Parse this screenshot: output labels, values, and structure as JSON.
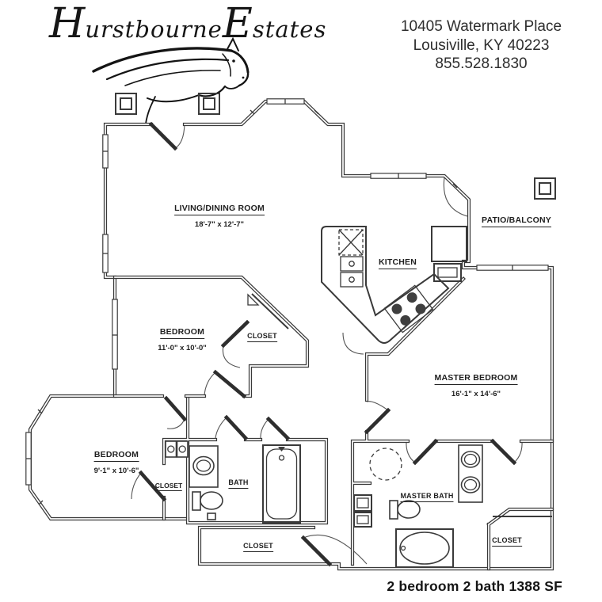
{
  "colors": {
    "line": "#3a3a3a",
    "text": "#1f1f1f",
    "logo": "#161616"
  },
  "header": {
    "logo": {
      "word1": "H",
      "word1_rest": "urstbourne",
      "word2": "E",
      "word2_rest": "states",
      "icon": "horse-head-icon"
    },
    "address": {
      "line1": "10405 Watermark Place",
      "line2": "Lousiville, KY 40223",
      "line3": "855.528.1830"
    }
  },
  "rooms": {
    "living": {
      "name": "LIVING/DINING ROOM",
      "dims": "18'-7\" x 12'-7\""
    },
    "kitchen": {
      "name": "KITCHEN",
      "dims": ""
    },
    "patio": {
      "name": "PATIO/BALCONY",
      "dims": ""
    },
    "master_bedroom": {
      "name": "MASTER BEDROOM",
      "dims": "16'-1\" x 14'-6\""
    },
    "bedroom1": {
      "name": "BEDROOM",
      "dims": "11'-0\" x 10'-0\""
    },
    "bedroom2": {
      "name": "BEDROOM",
      "dims": "9'-1\" x 10'-6\""
    },
    "closet_bedroom1": {
      "name": "CLOSET"
    },
    "closet_bedroom2": {
      "name": "CLOSET"
    },
    "bath": {
      "name": "BATH"
    },
    "master_bath": {
      "name": "MASTER BATH"
    },
    "master_closet": {
      "name": "CLOSET"
    },
    "hall_closet": {
      "name": "CLOSET"
    }
  },
  "footer": {
    "caption": "2 bedroom 2 bath  1388 SF"
  }
}
